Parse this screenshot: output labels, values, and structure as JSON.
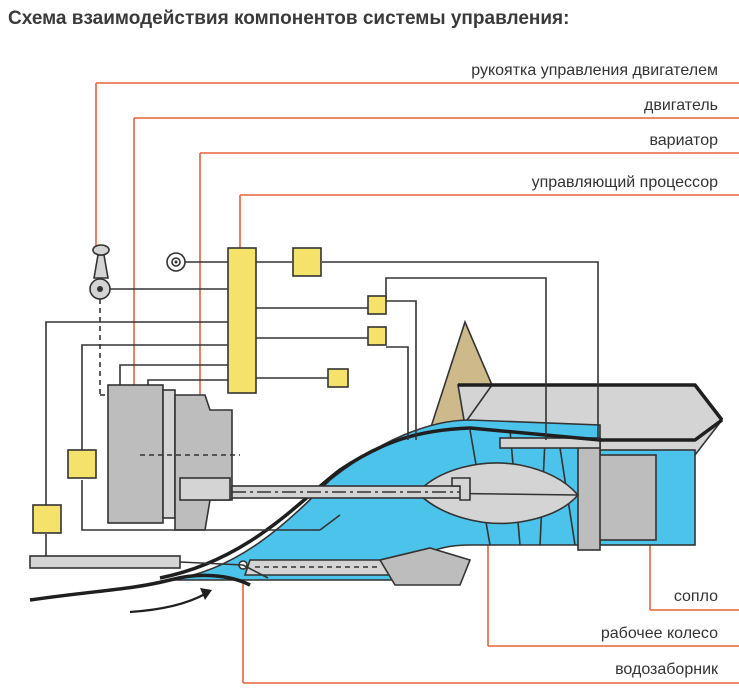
{
  "title": "Схема взаимодействия компонентов системы управления:",
  "labels": {
    "throttle_handle": "рукоятка управления двигателем",
    "engine": "двигатель",
    "variator": "вариатор",
    "control_processor": "управляющий процессор",
    "nozzle": "сопло",
    "impeller": "рабочее колесо",
    "water_intake": "водозаборник"
  },
  "colors": {
    "leader_line": "#e8613a",
    "water": "#4cc3ea",
    "control_box": "#f5e26a",
    "machinery": "#bdbdbd",
    "hull": "#cdb98a"
  }
}
